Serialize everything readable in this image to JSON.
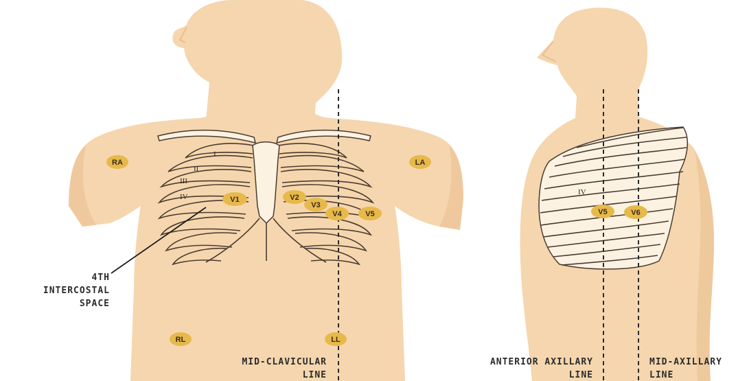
{
  "colors": {
    "skin": "#f5d6ae",
    "skin_shadow": "#e9c08f",
    "bone": "#fbf2e2",
    "outline": "#4a3a2f",
    "electrode": "#e7b94a",
    "text": "#2b2b2b"
  },
  "electrodes": {
    "ra": "RA",
    "la": "LA",
    "rl": "RL",
    "ll": "LL",
    "v1": "V1",
    "v2": "V2",
    "v3": "V3",
    "v4": "V4",
    "v5": "V5",
    "side_v5": "V5",
    "side_v6": "V6"
  },
  "ribs": {
    "i": "I",
    "ii": "II",
    "iii": "III",
    "iv": "IV",
    "side_iv": "IV"
  },
  "labels": {
    "intercostal_line1": "4TH",
    "intercostal_line2": "INTERCOSTAL",
    "intercostal_line3": "SPACE",
    "mid_clavicular_line1": "MID-CLAVICULAR",
    "mid_clavicular_line2": "LINE",
    "anterior_axillary_line1": "ANTERIOR AXILLARY",
    "anterior_axillary_line2": "LINE",
    "mid_axillary_line1": "MID-AXILLARY",
    "mid_axillary_line2": "LINE"
  }
}
